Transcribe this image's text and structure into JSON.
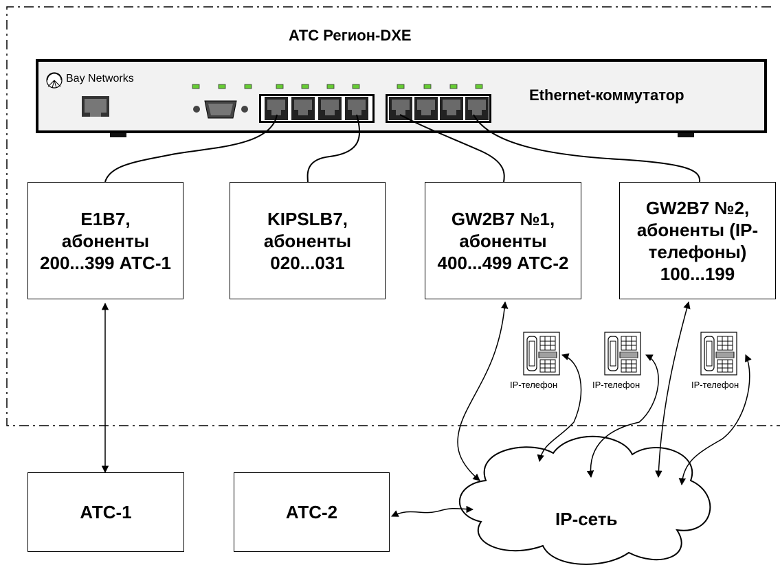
{
  "title": "АТС Регион-DXE",
  "switch": {
    "brand": "Bay Networks",
    "label": "Ethernet-коммутатор"
  },
  "boxes": [
    {
      "id": "e1b7",
      "text": "E1B7,\nабоненты\n200...399 АТС-1"
    },
    {
      "id": "kipslb7",
      "text": "KIPSLB7,\nабоненты\n020...031"
    },
    {
      "id": "gw2b7-1",
      "text": "GW2B7 №1,\nабоненты\n400...499 АТС-2"
    },
    {
      "id": "gw2b7-2",
      "text": "GW2B7 №2,\nабоненты (IP-\nтелефоны)\n100...199"
    },
    {
      "id": "atc1",
      "text": "АТС-1"
    },
    {
      "id": "atc2",
      "text": "АТС-2"
    }
  ],
  "phones": [
    {
      "label": "IP-телефон",
      "icon": "ip-phone-icon"
    },
    {
      "label": "IP-телефон",
      "icon": "ip-phone-icon"
    },
    {
      "label": "IP-телефон",
      "icon": "ip-phone-icon"
    }
  ],
  "cloud": {
    "label": "IP-сеть",
    "icon": "cloud-icon"
  },
  "colors": {
    "led": "#66cc33",
    "stroke": "#000000",
    "background": "#ffffff"
  }
}
